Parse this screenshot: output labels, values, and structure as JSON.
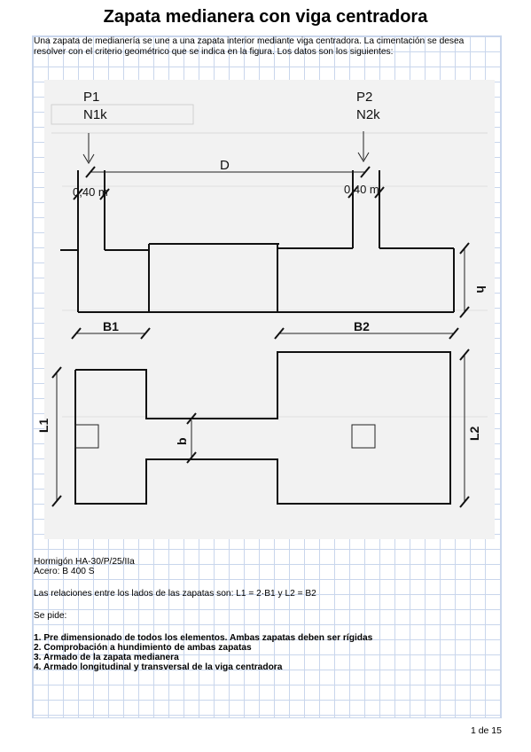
{
  "title": "Zapata medianera con viga centradora",
  "intro": "Una zapata de medianería se une a una zapata interior mediante viga centradora. La cimentación se desea resolver con el criterio geométrico que se indica en la figura. Los datos son los siguientes:",
  "figure": {
    "p1": "P1",
    "n1": "N1k",
    "p2": "P2",
    "n2": "N2k",
    "d": "D",
    "dim1": "0,40 m",
    "dim2": "0,40 m",
    "h": "h",
    "b1": "B1",
    "b2": "B2",
    "l1": "L1",
    "l2": "L2",
    "b": "b"
  },
  "materials": {
    "concrete": "Hormigón HA-30/P/25/IIa",
    "steel": "Acero: B 400 S"
  },
  "relations": "Las relaciones entre los lados de las zapatas son: L1 = 2·B1 y L2 = B2",
  "asks_label": "Se pide:",
  "tasks": [
    "1. Pre dimensionado de todos los elementos. Ambas zapatas deben ser rígidas",
    "2. Comprobación a hundimiento de ambas zapatas",
    "3. Armado de la zapata medianera",
    "4. Armado longitudinal y transversal de la viga centradora"
  ],
  "page": "1 de 15"
}
